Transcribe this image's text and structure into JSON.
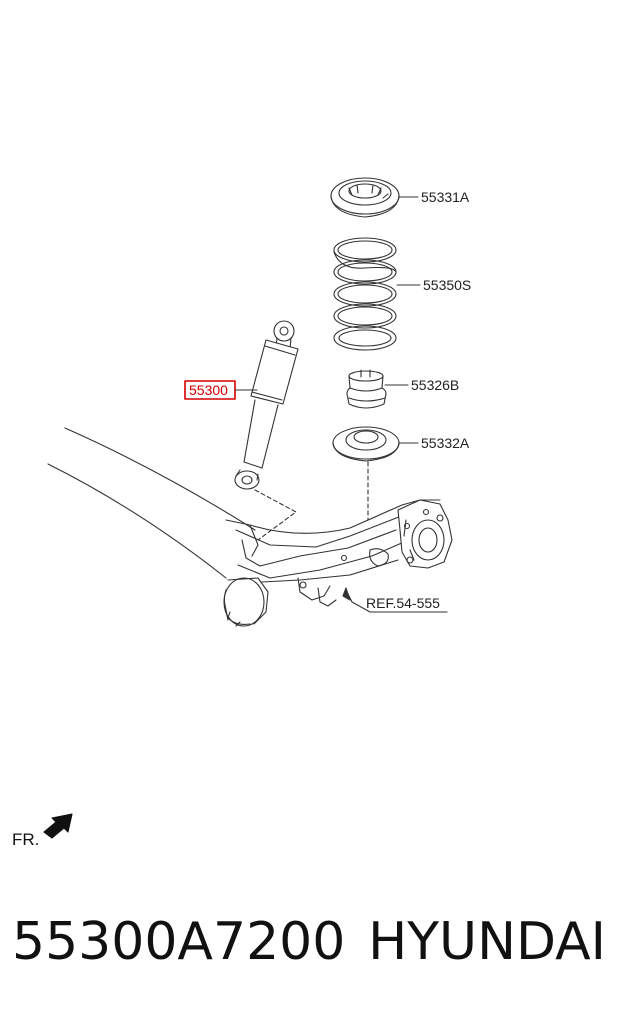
{
  "diagram": {
    "callouts": [
      {
        "id": "top-mount",
        "label": "55331A"
      },
      {
        "id": "coil-spring",
        "label": "55350S"
      },
      {
        "id": "bump-stopper",
        "label": "55326B"
      },
      {
        "id": "lower-seat",
        "label": "55332A"
      },
      {
        "id": "shock-absorber",
        "label": "55300",
        "highlighted": true
      }
    ],
    "reference": "REF.54-555",
    "front_indicator": "FR.",
    "highlight_color": "#d40000",
    "line_color": "#333333"
  },
  "footer": {
    "part_number": "55300A7200",
    "brand": "HYUNDAI"
  }
}
